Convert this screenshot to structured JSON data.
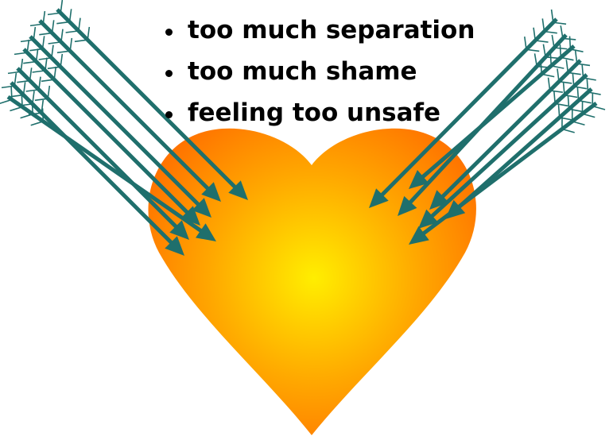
{
  "bullets": [
    {
      "text": "too much separation"
    },
    {
      "text": "too much shame"
    },
    {
      "text": "feeling too unsafe"
    }
  ],
  "colors": {
    "heart_center": "#ffee00",
    "heart_mid": "#ffa800",
    "heart_edge": "#ff5a00",
    "arrow": "#1f6f6c",
    "text": "#000000",
    "background": "#ffffff"
  },
  "arrows": {
    "left_count": 7,
    "right_count": 7,
    "icon": "feathered-arrow-icon"
  }
}
